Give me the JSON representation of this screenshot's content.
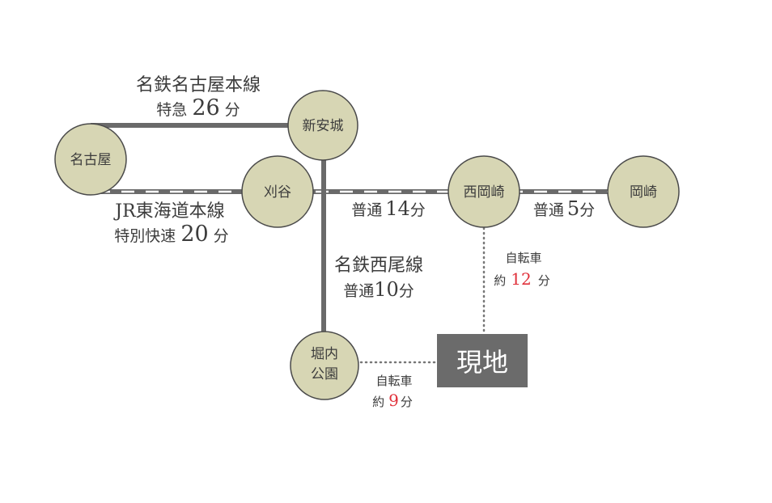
{
  "stations": {
    "nagoya": "名古屋",
    "shin_anjo": "新安城",
    "kariya": "刈谷",
    "nishi_okazaki": "西岡崎",
    "okazaki": "岡崎",
    "horiuchi_line1": "堀内",
    "horiuchi_line2": "公園"
  },
  "site": "現地",
  "routes": {
    "meitetsu_main": {
      "name": "名鉄名古屋本線",
      "type": "特急",
      "time": "26",
      "unit": "分"
    },
    "jr_tokaido": {
      "name": "JR東海道本線",
      "type": "特別快速",
      "time": "20",
      "unit": "分"
    },
    "kariya_nishiokazaki": {
      "type": "普通",
      "time": "14",
      "unit": "分"
    },
    "nishiokazaki_okazaki": {
      "type": "普通",
      "time": "5",
      "unit": "分"
    },
    "meitetsu_nishio": {
      "name": "名鉄西尾線",
      "type": "普通",
      "time": "10",
      "unit": "分"
    }
  },
  "bike": {
    "from_nishiokazaki": {
      "mode": "自転車",
      "prefix": "約",
      "time": "12",
      "unit": "分"
    },
    "from_horiuchi": {
      "mode": "自転車",
      "prefix": "約",
      "time": "9",
      "unit": "分"
    }
  },
  "colors": {
    "line": "#6a6a6a",
    "station": "#d7d6b4",
    "site": "#6b6b6b",
    "accent": "#e0303a"
  }
}
